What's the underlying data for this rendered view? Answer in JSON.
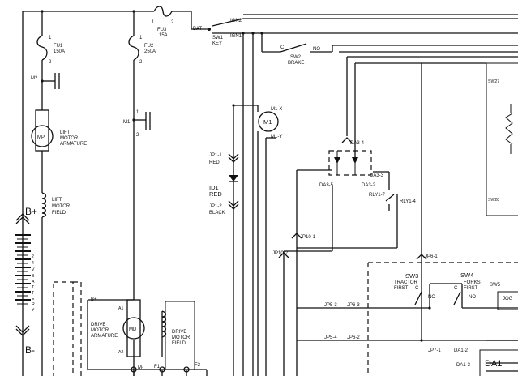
{
  "diagram": {
    "fu1": {
      "pin1": "1",
      "pin2": "2",
      "name": "FU1",
      "rating": "150A"
    },
    "fu2": {
      "pin1": "1",
      "pin2": "2",
      "name": "FU2",
      "rating": "250A"
    },
    "fu3": {
      "pin1": "1",
      "pin2": "2",
      "name": "FU3",
      "rating": "15A"
    },
    "sw1": {
      "bat": "BAT",
      "ign2": "IGN2",
      "ign1": "IGN1",
      "name": "SW1",
      "sub": "KEY"
    },
    "sw2": {
      "c": "C",
      "no": "NO",
      "name": "SW2",
      "sub": "BRAKE"
    },
    "m2": "M2",
    "m1contact": {
      "p1": "1",
      "name": "M1",
      "p2": "2"
    },
    "lift_motor": {
      "symbol": "MP",
      "l1": "LIFT",
      "l2": "MOTOR",
      "l3": "ARMATURE"
    },
    "lift_field": {
      "l1": "LIFT",
      "l2": "MOTOR",
      "l3": "FIELD"
    },
    "battery": {
      "plus": "B+",
      "minus": "B-",
      "voltage_v1": "2",
      "voltage_v2": "4",
      "voltage_v3": "V",
      "word_b": "B",
      "word_a": "A",
      "word_t1": "T",
      "word_t2": "T",
      "word_e": "E",
      "word_r": "R",
      "word_y": "Y"
    },
    "drive_motor": {
      "symbol": "MD",
      "bplus": "B+",
      "a1": "A1",
      "a2": "A2",
      "l1": "DRIVE",
      "l2": "MOTOR",
      "l3": "ARMATURE",
      "mminus": "M-"
    },
    "drive_field": {
      "l1": "DRIVE",
      "l2": "MOTOR",
      "l3": "FIELD",
      "f1": "F1",
      "f2": "F2"
    },
    "m1coil": {
      "symbol": "M1",
      "x": "M1-X",
      "y": "M1-Y"
    },
    "jp1": {
      "pin1": "JP1-1",
      "pin1_color": "RED",
      "pin2": "JP1-2",
      "pin2_color": "BLACK"
    },
    "id1": {
      "name": "ID1",
      "color": "RED"
    },
    "da3": {
      "pin4": "DA3-4",
      "pin3": "DA3-3",
      "pin2": "DA3-2",
      "pin5": "DA3-5"
    },
    "rly": {
      "pin7": "RLY1-7",
      "pin4": "RLY1-4"
    },
    "jp10": {
      "pin1": "JP10-1",
      "pin2": "JP10-2"
    },
    "jp6": {
      "pin1": "JP6-1",
      "pin2": "JP6-2",
      "pin3": "JP6-3"
    },
    "jp5": {
      "pin3": "JP5-3",
      "pin4": "JP5-4"
    },
    "jp7": {
      "pin1": "JP7-1"
    },
    "sw3": {
      "name": "SW3",
      "l1": "TRACTOR",
      "l2": "FIRST",
      "c": "C",
      "no": "NO"
    },
    "sw4": {
      "name": "SW4",
      "l1": "FORKS",
      "l2": "FIRST",
      "c": "C",
      "no": "NO"
    },
    "sw5": {
      "name": "SW5",
      "jog": "JOG"
    },
    "sw27": "SW27",
    "sw28": "SW28",
    "da1": {
      "name": "DA1",
      "pin2": "DA1-2",
      "pin3": "DA1-3"
    }
  }
}
